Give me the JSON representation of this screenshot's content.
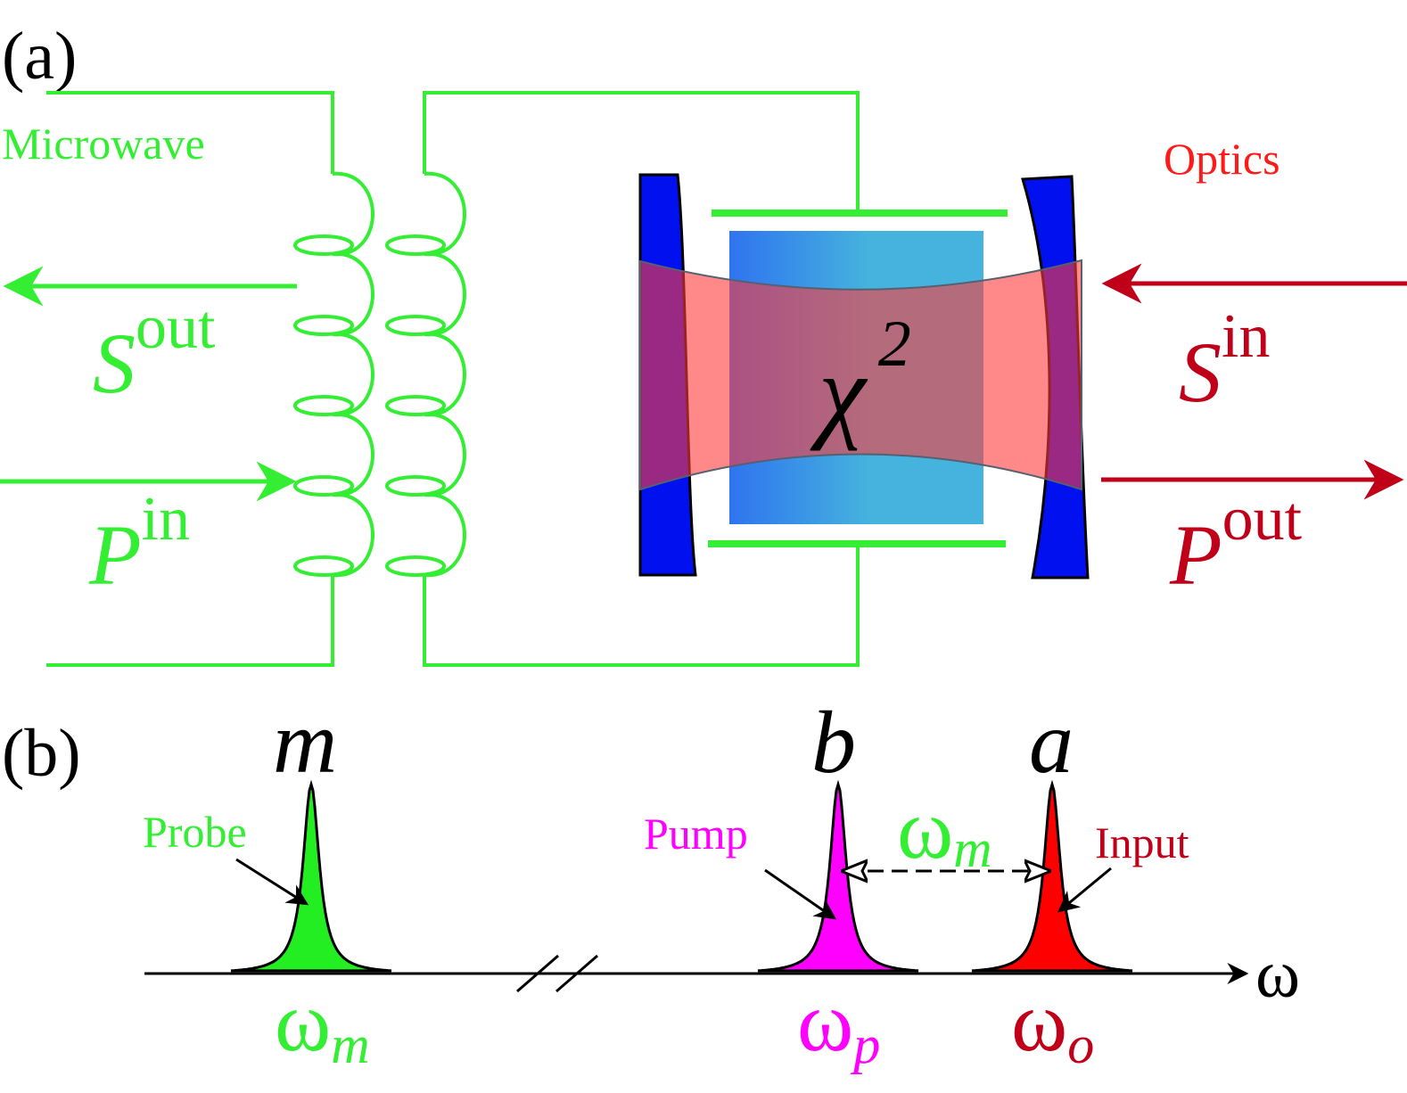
{
  "panel_a": {
    "label": "(a)",
    "microwave_label": "Microwave",
    "optics_label": "Optics",
    "s_out": {
      "base": "S",
      "sup": "out"
    },
    "p_in": {
      "base": "P",
      "sup": "in"
    },
    "s_in": {
      "base": "S",
      "sup": "in"
    },
    "p_out": {
      "base": "P",
      "sup": "out"
    },
    "crystal": {
      "base": "χ",
      "sup": "2"
    }
  },
  "panel_b": {
    "label": "(b)",
    "axis_label": "ω",
    "modes": [
      {
        "mode": "m",
        "tag": "Probe",
        "freq_base": "ω",
        "freq_sub": "m"
      },
      {
        "mode": "b",
        "tag": "Pump",
        "freq_base": "ω",
        "freq_sub": "p"
      },
      {
        "mode": "a",
        "tag": "Input",
        "freq_base": "ω",
        "freq_sub": "o"
      }
    ],
    "spacing_label": {
      "base": "ω",
      "sub": "m"
    }
  },
  "colors": {
    "microwave_green": "#33ee33",
    "optics_red": "#c00018",
    "optics_label_red": "#ff1a1a",
    "pump_magenta": "#ff00ff",
    "mirror_blue": "#0010ee",
    "mirror_overlap": "#7a0070",
    "beam_pink": "#ff8080",
    "crystal_blue_left": "#2f74f0",
    "crystal_blue_right": "#45b3dd",
    "probe_fill": "#22ee22",
    "input_fill": "#ff0000"
  }
}
